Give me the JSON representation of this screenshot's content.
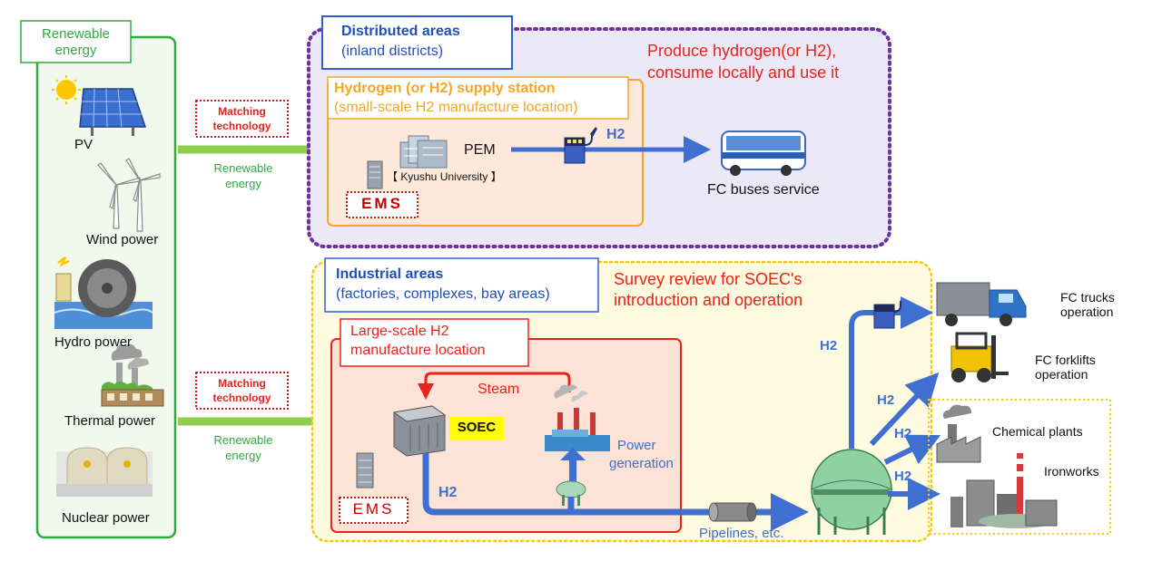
{
  "left_panel": {
    "title_line1": "Renewable",
    "title_line2": "energy",
    "sources": [
      {
        "label": "PV",
        "icon": "solar-panel-icon"
      },
      {
        "label": "Wind power",
        "icon": "wind-turbine-icon"
      },
      {
        "label": "Hydro power",
        "icon": "water-wheel-icon"
      },
      {
        "label": "Thermal power",
        "icon": "power-plant-icon"
      },
      {
        "label": "Nuclear power",
        "icon": "nuclear-plant-icon"
      }
    ]
  },
  "matching": [
    {
      "line1": "Matching",
      "line2": "technology",
      "re1": "Renewable",
      "re2": "energy"
    },
    {
      "line1": "Matching",
      "line2": "technology",
      "re1": "Renewable",
      "re2": "energy"
    }
  ],
  "distributed": {
    "title": "Distributed areas",
    "subtitle": "(inland districts)",
    "message_line1": "Produce hydrogen(or H2),",
    "message_line2": "consume locally and use it",
    "station_title": "Hydrogen (or H2) supply station",
    "station_subtitle": "(small-scale H2 manufacture location)",
    "pem": "PEM",
    "kyushu": "【 Kyushu University 】",
    "ems": "EMS",
    "h2": "H2",
    "fc_buses": "FC buses service"
  },
  "industrial": {
    "title": "Industrial areas",
    "subtitle": "(factories, complexes, bay areas)",
    "message_line1": "Survey review for SOEC's",
    "message_line2": "introduction and operation",
    "large_title1": "Large-scale H2",
    "large_title2": "manufacture location",
    "steam": "Steam",
    "soec": "SOEC",
    "power_gen1": "Power",
    "power_gen2": "generation",
    "ems": "EMS",
    "h2": "H2",
    "pipelines": "Pipelines, etc.",
    "fc_trucks1": "FC trucks",
    "fc_trucks2": "operation",
    "fc_forklifts1": "FC forklifts",
    "fc_forklifts2": "operation",
    "chemical": "Chemical plants",
    "ironworks": "Ironworks",
    "h2_labels": [
      "H2",
      "H2",
      "H2",
      "H2"
    ]
  },
  "colors": {
    "green": "#2eaa3f",
    "purple": "#7030a0",
    "orange": "#f5a623",
    "red": "#e8231c",
    "blue": "#3f6fd1",
    "yellow": "#ffd43b",
    "light_purple": "#ebe9f7",
    "light_orange": "#fde9da",
    "light_yellow": "#fffbe0"
  }
}
